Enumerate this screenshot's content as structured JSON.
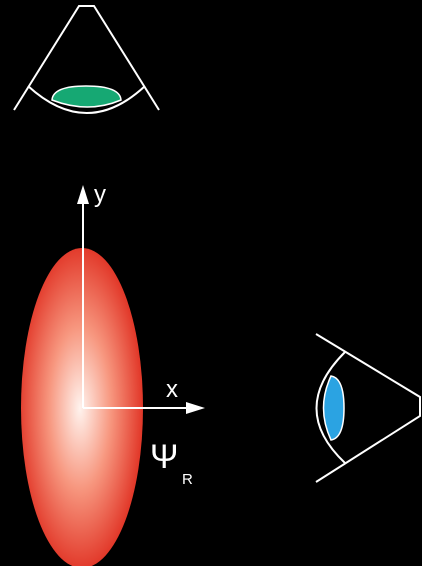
{
  "diagram": {
    "background_color": "#000000",
    "axes": {
      "y_label": "y",
      "x_label": "x",
      "color": "#ffffff"
    },
    "wavefunction": {
      "symbol": "Ψ",
      "subscript": "R",
      "shape": "vertical-ellipse",
      "gradient_center_color": "#fff3ee",
      "gradient_mid_color": "#f7977f",
      "gradient_edge_color": "#e2392a"
    },
    "observers": [
      {
        "name": "top-observer",
        "icon": "eye-icon",
        "facing": "down",
        "lens_color": "#16a873"
      },
      {
        "name": "side-observer",
        "icon": "eye-icon",
        "facing": "left",
        "lens_color": "#2ba3e2"
      }
    ]
  }
}
